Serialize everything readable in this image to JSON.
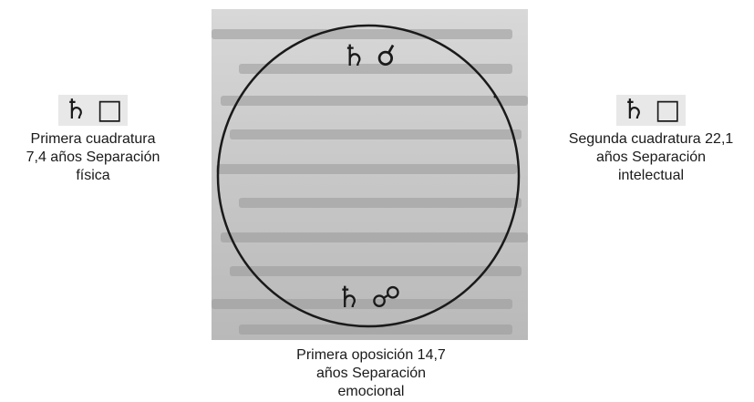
{
  "left_aspect": {
    "symbols": "♄ □",
    "caption_lines": [
      "Primera cuadratura",
      "7,4 años Separación",
      "física"
    ]
  },
  "right_aspect": {
    "symbols": "♄ □",
    "caption_lines": [
      "Segunda cuadratura 22,1",
      "años Separación",
      "intelectual"
    ]
  },
  "circle": {
    "top_symbols": "♄ ☌",
    "bottom_symbols": "♄ ☍"
  },
  "bottom_label": {
    "lines": [
      "Primera oposición 14,7",
      "años Separación",
      "emocional"
    ]
  },
  "colors": {
    "ink": "#1a1a1a",
    "photo_bg": "#c9c9c9"
  },
  "icons": {
    "saturn": "saturn-icon",
    "square": "square-aspect-icon",
    "conjunction": "conjunction-icon",
    "opposition": "opposition-icon"
  }
}
